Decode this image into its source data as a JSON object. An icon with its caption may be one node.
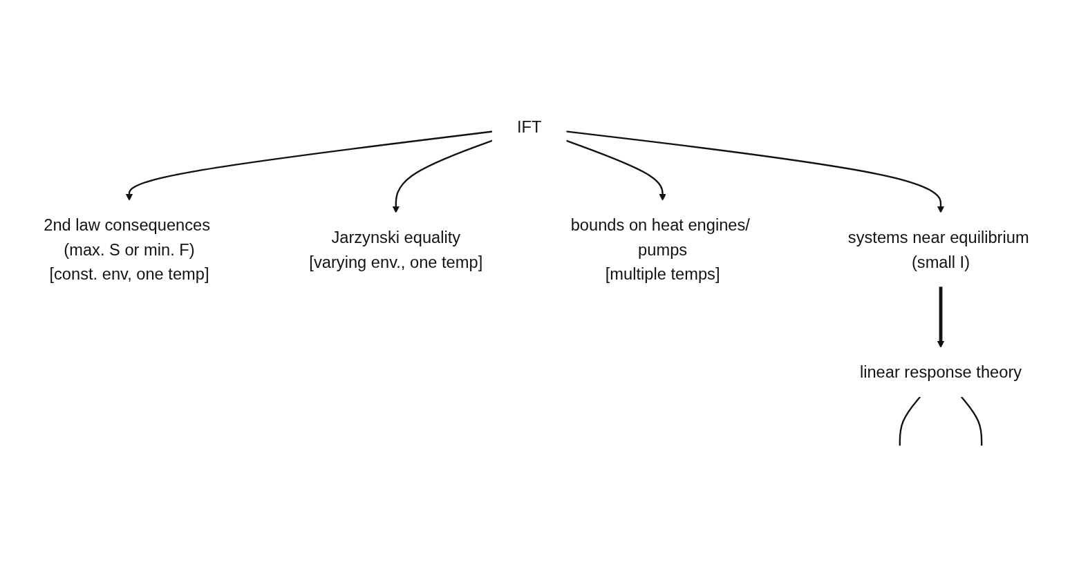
{
  "diagram": {
    "nodes": [
      {
        "text": [
          "IFT"
        ]
      },
      {
        "text": [
          "2nd law consequences (max. S or min. F)",
          "[const. env, one temp]"
        ]
      },
      {
        "text": [
          "Jarzynski equality",
          "[varying env., one temp]"
        ]
      },
      {
        "text": [
          "bounds on heat engines/ pumps",
          "[multiple temps]"
        ]
      },
      {
        "text": [
          "systems near equilibrium (small I)"
        ]
      },
      {
        "text": [
          "linear response theory"
        ]
      }
    ],
    "edges": [
      {
        "from": 0,
        "to": 1,
        "arrow": "to"
      },
      {
        "from": 0,
        "to": 2,
        "arrow": "to"
      },
      {
        "from": 0,
        "to": 3,
        "arrow": "to"
      },
      {
        "from": 0,
        "to": 4,
        "arrow": "to"
      },
      {
        "from": 4,
        "to": 5,
        "arrow": "to",
        "style": "thick"
      },
      {
        "from": 5,
        "to": null,
        "arrow": "none"
      },
      {
        "from": 5,
        "to": null,
        "arrow": "none"
      }
    ]
  }
}
